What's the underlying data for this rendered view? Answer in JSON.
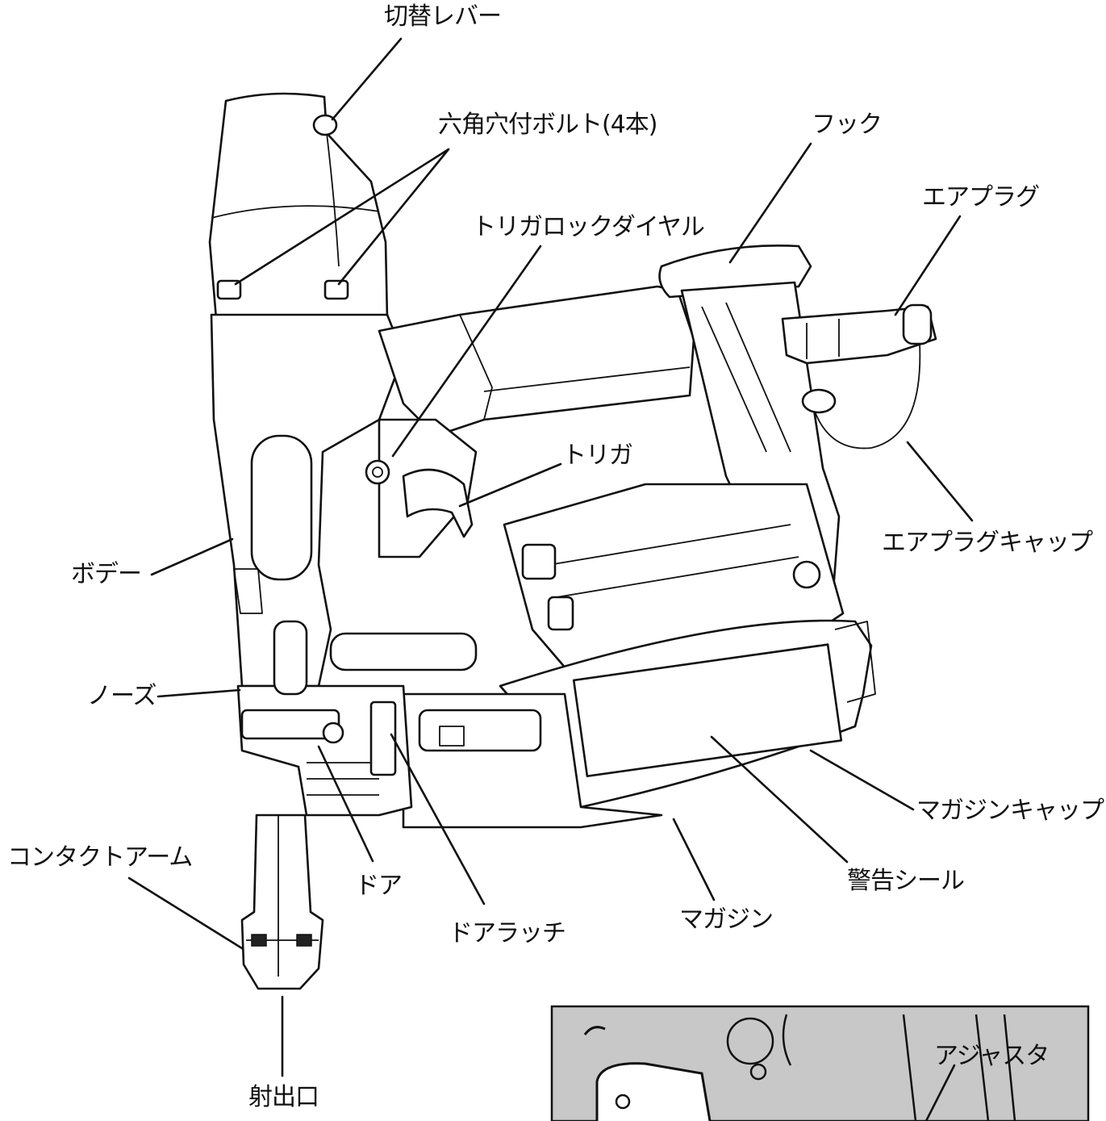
{
  "labels": {
    "switch_lever": "切替レバー",
    "hex_bolt": "六角穴付ボルト(4本)",
    "hook": "フック",
    "air_plug": "エアプラグ",
    "trigger_lock_dial": "トリガロックダイヤル",
    "trigger": "トリガ",
    "air_plug_cap": "エアプラグキャップ",
    "body": "ボデー",
    "nose": "ノーズ",
    "magazine_cap": "マガジンキャップ",
    "contact_arm": "コンタクトアーム",
    "door": "ドア",
    "warning_seal": "警告シール",
    "door_latch": "ドアラッチ",
    "magazine": "マガジン",
    "adjuster": "アジャスタ",
    "ejection_port": "射出口"
  },
  "colors": {
    "line": "#111111",
    "inset_bg": "#c8c8c8"
  }
}
